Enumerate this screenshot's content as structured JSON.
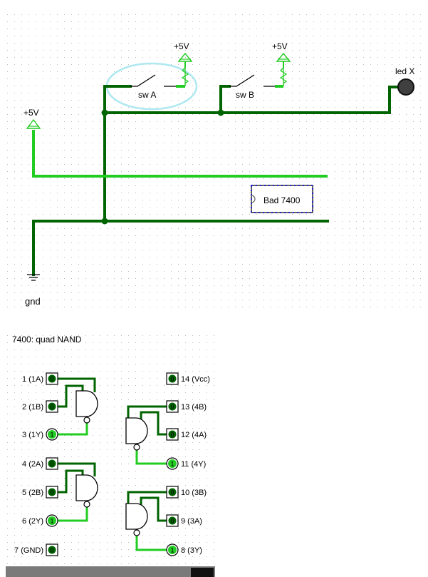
{
  "main_circuit": {
    "vcc_label_a": "+5V",
    "vcc_label_b": "+5V",
    "vcc_label_left": "+5V",
    "switch_a_label": "sw A",
    "switch_b_label": "sw B",
    "led_label": "led X",
    "chip_label": "Bad 7400",
    "ground_label": "gnd"
  },
  "subcircuit": {
    "title": "7400: quad NAND",
    "pins_left": [
      {
        "label": "1 (1A)",
        "value": "0"
      },
      {
        "label": "2 (1B)",
        "value": "0"
      },
      {
        "label": "3 (1Y)",
        "value": "1"
      },
      {
        "label": "4 (2A)",
        "value": "0"
      },
      {
        "label": "5 (2B)",
        "value": "0"
      },
      {
        "label": "6 (2Y)",
        "value": "1"
      },
      {
        "label": "7 (GND)",
        "value": "0"
      }
    ],
    "pins_right": [
      {
        "label": "14 (Vcc)",
        "value": "0"
      },
      {
        "label": "13 (4B)",
        "value": "0"
      },
      {
        "label": "12 (4A)",
        "value": "0"
      },
      {
        "label": "11 (4Y)",
        "value": "1"
      },
      {
        "label": "10 (3B)",
        "value": "0"
      },
      {
        "label": "9 (3A)",
        "value": "0"
      },
      {
        "label": "8 (3Y)",
        "value": "1"
      }
    ]
  },
  "colors": {
    "wire_low": "#006400",
    "wire_high": "#22cc22",
    "selection": "#aee8f0",
    "grid_dot": "#bbbbbb",
    "chip_border": "#2222cc"
  }
}
